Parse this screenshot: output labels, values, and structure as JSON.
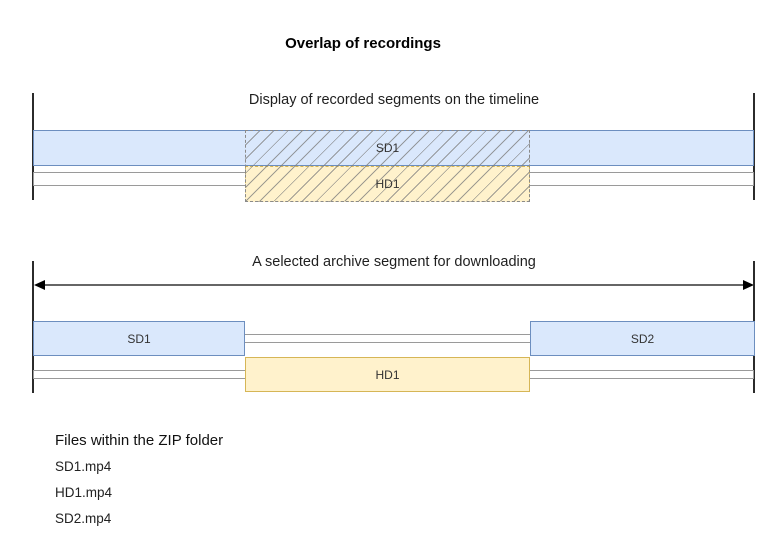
{
  "title": "Overlap of recordings",
  "colors": {
    "blue_fill": "#dae8fc",
    "blue_stroke": "#6c8ebf",
    "yellow_fill": "#fff2cc",
    "yellow_stroke": "#d6b656",
    "track_stroke": "#9a9a9a",
    "hatch_line": "#7d7d7d",
    "arrow_line": "#666666",
    "tick": "#2b2b2b"
  },
  "section1": {
    "header": "Display of recorded segments on the timeline",
    "sd1_label": "SD1",
    "hd1_label": "HD1"
  },
  "section2": {
    "header": "A selected archive segment for downloading",
    "sd1_label": "SD1",
    "sd2_label": "SD2",
    "hd1_label": "HD1"
  },
  "files": {
    "heading": "Files within the ZIP folder",
    "items": [
      "SD1.mp4",
      "HD1.mp4",
      "SD2.mp4"
    ]
  }
}
